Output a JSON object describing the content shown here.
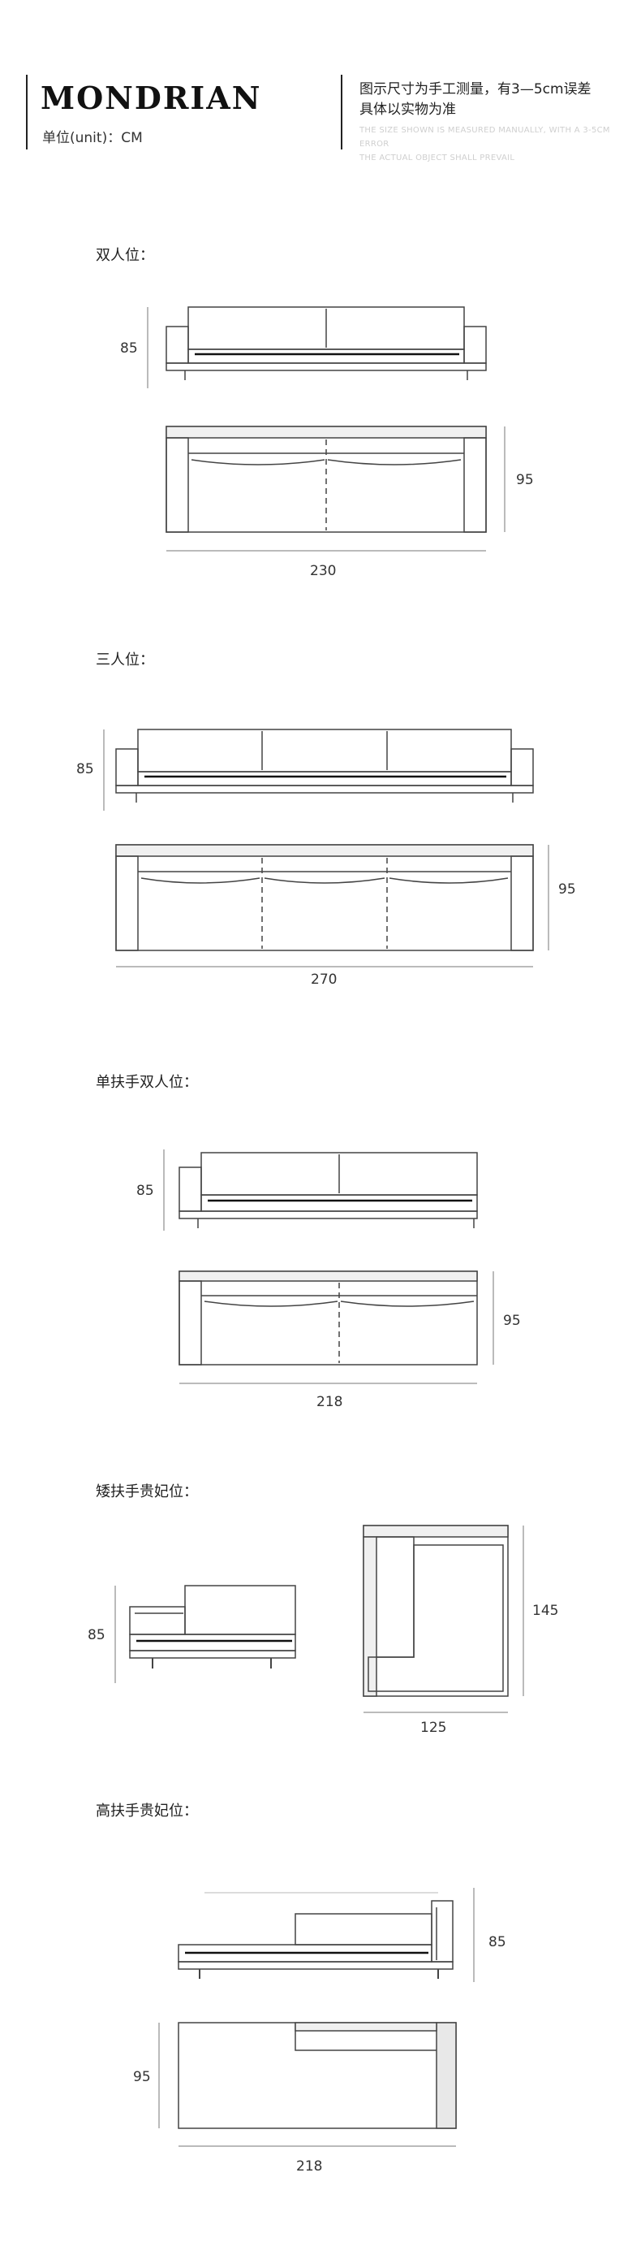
{
  "header": {
    "brand": "MONDRIAN",
    "unit": "单位(unit)：CM",
    "note_cn_1": "图示尺寸为手工测量，有3—5cm误差",
    "note_cn_2": "具体以实物为准",
    "note_en_1": "THE SIZE SHOWN IS MEASURED MANUALLY, WITH A 3-5CM ERROR",
    "note_en_2": "THE ACTUAL OBJECT SHALL PREVAIL"
  },
  "sections": [
    {
      "title": "双人位：",
      "height": "85",
      "depth": "95",
      "width": "230"
    },
    {
      "title": "三人位：",
      "height": "85",
      "depth": "95",
      "width": "270"
    },
    {
      "title": "单扶手双人位：",
      "height": "85",
      "depth": "95",
      "width": "218"
    },
    {
      "title": "矮扶手贵妃位：",
      "height": "85",
      "depth": "145",
      "width": "125"
    },
    {
      "title": "高扶手贵妃位：",
      "height": "85",
      "depth": "95",
      "width": "218"
    }
  ]
}
